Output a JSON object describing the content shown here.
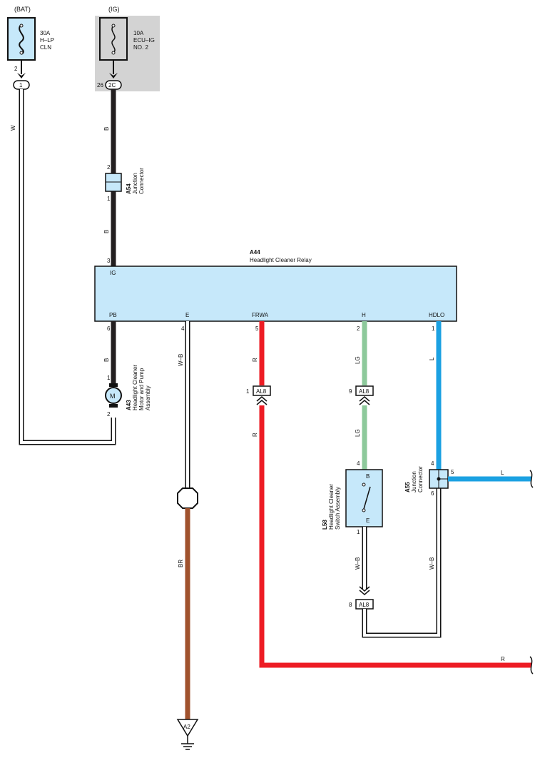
{
  "power": {
    "bat_label": "(BAT)",
    "ig_label": "(IG)",
    "fuse1": {
      "amp": "30A",
      "name1": "H–LP",
      "name2": "CLN",
      "pin": "2",
      "connector": "1"
    },
    "fuse2": {
      "amp": "10A",
      "name1": "ECU–IG",
      "name2": "NO. 2",
      "pin": "26",
      "connector": "2C"
    }
  },
  "wires": {
    "w": "W",
    "b1": "B",
    "b2": "B",
    "b3": "B",
    "wb1": "W–B",
    "r1": "R",
    "r2": "R",
    "lg1": "LG",
    "lg2": "LG",
    "l1": "L",
    "l2": "L",
    "br": "BR",
    "wb2": "W–B",
    "wb3": "W–B",
    "r3": "R"
  },
  "a54": {
    "code": "A54",
    "line1": "Junction",
    "line2": "Connector",
    "pin_top": "2",
    "pin_bottom": "1"
  },
  "a44": {
    "code": "A44",
    "name": "Headlight Cleaner Relay",
    "ig_pin": "3",
    "ig": "IG",
    "pb": "PB",
    "e": "E",
    "frwa": "FRWA",
    "h": "H",
    "hdlo": "HDLO",
    "pb_pin": "6",
    "e_pin": "4",
    "frwa_pin": "5",
    "h_pin": "2",
    "hdlo_pin": "1"
  },
  "a43": {
    "code": "A43",
    "line1": "Headlight Cleaner",
    "line2": "Motor and Pump",
    "line3": "Assembly",
    "motor": "M",
    "pin_top": "1",
    "pin_bottom": "2"
  },
  "al8": {
    "label": "AL8",
    "pin_r": "1",
    "pin_lg": "9",
    "pin_wb": "8"
  },
  "l58": {
    "code": "L58",
    "line1": "Headlight Cleaner",
    "line2": "Switch Assembly",
    "b": "B",
    "e": "E",
    "pin_top": "4",
    "pin_bottom": "1"
  },
  "a55": {
    "code": "A55",
    "line1": "Junction",
    "line2": "Connector",
    "pin4": "4",
    "pin5": "5",
    "pin6": "6"
  },
  "ground": {
    "label": "A2"
  },
  "colors": {
    "black": "#231f20",
    "red": "#ed1c24",
    "green": "#8dc99b",
    "blue": "#1ba1e2",
    "brown": "#a0522d",
    "box": "#c6e8fa",
    "grey": "#d3d3d3"
  }
}
